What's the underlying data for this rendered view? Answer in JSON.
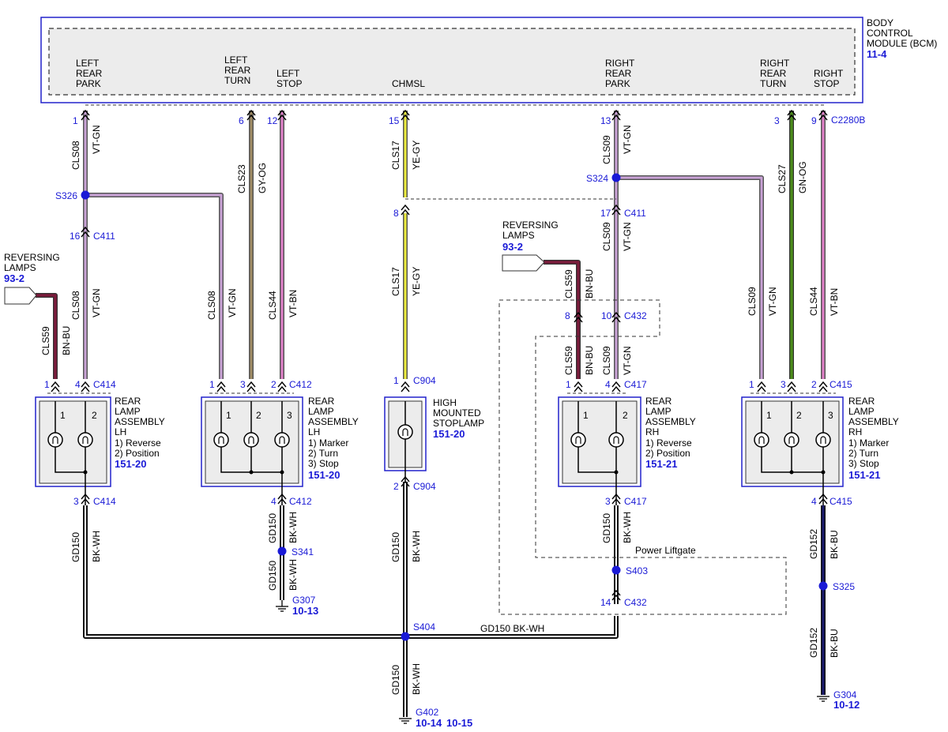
{
  "bcm": {
    "title": [
      "BODY",
      "CONTROL",
      "MODULE (BCM)"
    ],
    "ref": "11-4",
    "connector": "C2280B",
    "pins": {
      "left_rear_park": [
        "LEFT",
        "REAR",
        "PARK"
      ],
      "left_rear_turn": [
        "LEFT",
        "REAR",
        "TURN"
      ],
      "left_stop": [
        "LEFT",
        "STOP"
      ],
      "chmsl": [
        "CHMSL"
      ],
      "right_rear_park": [
        "RIGHT",
        "REAR",
        "PARK"
      ],
      "right_rear_turn": [
        "RIGHT",
        "REAR",
        "TURN"
      ],
      "right_stop": [
        "RIGHT",
        "STOP"
      ]
    }
  },
  "colors": {
    "vt_gn": "#c9a2d6",
    "gy_og": "#a08c64",
    "vt_bn": "#e07fc8",
    "ye_gy": "#ecec3c",
    "bn_bu": "#7a1b3b",
    "gn_og": "#4c8c1c",
    "bk_wh": "#111111",
    "bk_bu": "#1a1a6e",
    "accent": "#1a1ad6"
  },
  "pins": {
    "p1": "1",
    "p6": "6",
    "p12": "12",
    "p15": "15",
    "p13": "13",
    "p3": "3",
    "p9": "9",
    "p16": "16",
    "p8": "8",
    "p17": "17",
    "p10": "10",
    "c414_1": "1",
    "c414_4": "4",
    "c412_1": "1",
    "c412_3": "3",
    "c412_2": "2",
    "c904_1": "1",
    "c417_1": "1",
    "c417_4": "4",
    "c415_1": "1",
    "c415_3": "3",
    "c415_2": "2",
    "c414_3": "3",
    "c412_4": "4",
    "c904_2": "2",
    "c417_3": "3",
    "c415_4": "4",
    "c432_14": "14"
  },
  "connectors": {
    "c411": "C411",
    "c414": "C414",
    "c412": "C412",
    "c904": "C904",
    "c432": "C432",
    "c417": "C417",
    "c415": "C415"
  },
  "splices": {
    "s326": "S326",
    "s324": "S324",
    "s341": "S341",
    "s404": "S404",
    "s403": "S403",
    "s325": "S325"
  },
  "grounds": {
    "g307": "G307",
    "g307_ref": "10-13",
    "g402": "G402",
    "g402_ref1": "10-14",
    "g402_ref2": "10-15",
    "g304": "G304",
    "g304_ref": "10-12"
  },
  "wires": {
    "cls08": "CLS08",
    "vt_gn": "VT-GN",
    "cls23": "CLS23",
    "gy_og": "GY-OG",
    "cls44": "CLS44",
    "vt_bn": "VT-BN",
    "cls17": "CLS17",
    "ye_gy": "YE-GY",
    "cls09": "CLS09",
    "cls27": "CLS27",
    "gn_og": "GN-OG",
    "cls59": "CLS59",
    "bn_bu": "BN-BU",
    "gd150": "GD150",
    "bk_wh": "BK-WH",
    "gd152": "GD152",
    "bk_bu": "BK-BU",
    "gd150_bottom": "GD150  BK-WH"
  },
  "reversing_lamps": {
    "label": [
      "REVERSING",
      "LAMPS"
    ],
    "ref": "93-2"
  },
  "components": {
    "lh_rev_pos": {
      "lines": [
        "REAR",
        "LAMP",
        "ASSEMBLY",
        "LH",
        "1) Reverse",
        "2) Position"
      ],
      "ref": "151-20"
    },
    "lh_mts": {
      "lines": [
        "REAR",
        "LAMP",
        "ASSEMBLY",
        "LH",
        "1) Marker",
        "2) Turn",
        "3) Stop"
      ],
      "ref": "151-20"
    },
    "hmsl": {
      "lines": [
        "HIGH",
        "MOUNTED",
        "STOPLAMP"
      ],
      "ref": "151-20"
    },
    "rh_rev_pos": {
      "lines": [
        "REAR",
        "LAMP",
        "ASSEMBLY",
        "RH",
        "1) Reverse",
        "2) Position"
      ],
      "ref": "151-21"
    },
    "rh_mts": {
      "lines": [
        "REAR",
        "LAMP",
        "ASSEMBLY",
        "RH",
        "1) Marker",
        "2) Turn",
        "3) Stop"
      ],
      "ref": "151-21"
    }
  },
  "lamp_numbers": {
    "n1": "1",
    "n2": "2",
    "n3": "3"
  },
  "power_liftgate": "Power Liftgate"
}
